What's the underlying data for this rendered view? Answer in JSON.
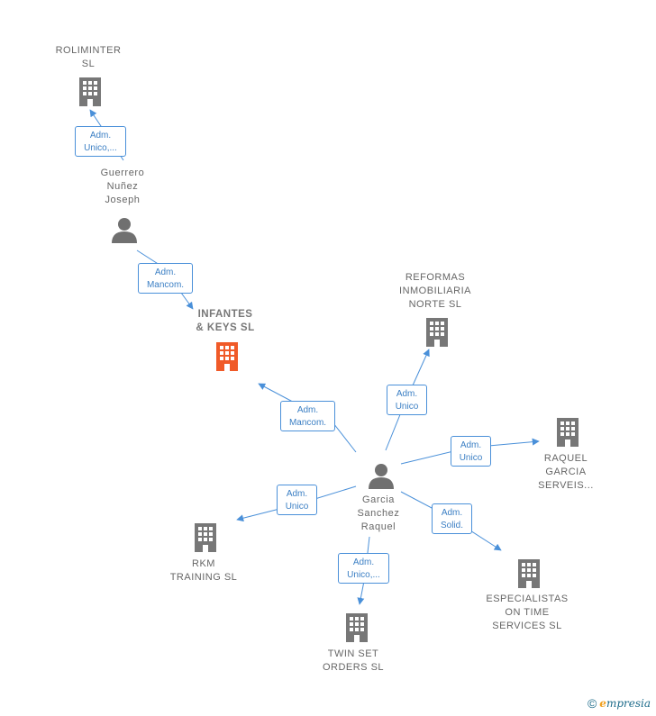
{
  "colors": {
    "edge": "#4a90d9",
    "edge_text": "#3b7fc4",
    "company_icon": "#777777",
    "main_company_icon": "#f05a28",
    "person_icon": "#707070",
    "brand": "#1d6b8a",
    "brand_accent": "#f0a020"
  },
  "nodes": {
    "roliminter": {
      "label": "ROLIMINTER\nSL",
      "type": "company",
      "icon": "building-icon"
    },
    "guerrero": {
      "label": "Guerrero\nNuñez\nJoseph",
      "type": "person",
      "icon": "person-icon"
    },
    "infantes": {
      "label": "INFANTES\n& KEYS  SL",
      "type": "company-main",
      "icon": "building-icon"
    },
    "reformas": {
      "label": "REFORMAS\nINMOBILIARIA\nNORTE SL",
      "type": "company",
      "icon": "building-icon"
    },
    "raquel_garcia": {
      "label": "RAQUEL\nGARCIA\nSERVEIS...",
      "type": "company",
      "icon": "building-icon"
    },
    "garcia_sanchez": {
      "label": "Garcia\nSanchez\nRaquel",
      "type": "person",
      "icon": "person-icon"
    },
    "rkm": {
      "label": "RKM\nTRAINING  SL",
      "type": "company",
      "icon": "building-icon"
    },
    "especialistas": {
      "label": "ESPECIALISTAS\nON TIME\nSERVICES SL",
      "type": "company",
      "icon": "building-icon"
    },
    "twinset": {
      "label": "TWIN SET\nORDERS SL",
      "type": "company",
      "icon": "building-icon"
    }
  },
  "edges": [
    {
      "id": "e1",
      "from": "guerrero",
      "to": "roliminter",
      "label": "Adm.\nUnico,..."
    },
    {
      "id": "e2",
      "from": "guerrero",
      "to": "infantes",
      "label": "Adm.\nMancom."
    },
    {
      "id": "e3",
      "from": "garcia_sanchez",
      "to": "infantes",
      "label": "Adm.\nMancom."
    },
    {
      "id": "e4",
      "from": "garcia_sanchez",
      "to": "reformas",
      "label": "Adm.\nUnico"
    },
    {
      "id": "e5",
      "from": "garcia_sanchez",
      "to": "raquel_garcia",
      "label": "Adm.\nUnico"
    },
    {
      "id": "e6",
      "from": "garcia_sanchez",
      "to": "rkm",
      "label": "Adm.\nUnico"
    },
    {
      "id": "e7",
      "from": "garcia_sanchez",
      "to": "twinset",
      "label": "Adm.\nUnico,..."
    },
    {
      "id": "e8",
      "from": "garcia_sanchez",
      "to": "especialistas",
      "label": "Adm.\nSolid."
    }
  ],
  "footer": {
    "copyright": "©",
    "brand_first": "e",
    "brand_rest": "mpresia"
  }
}
